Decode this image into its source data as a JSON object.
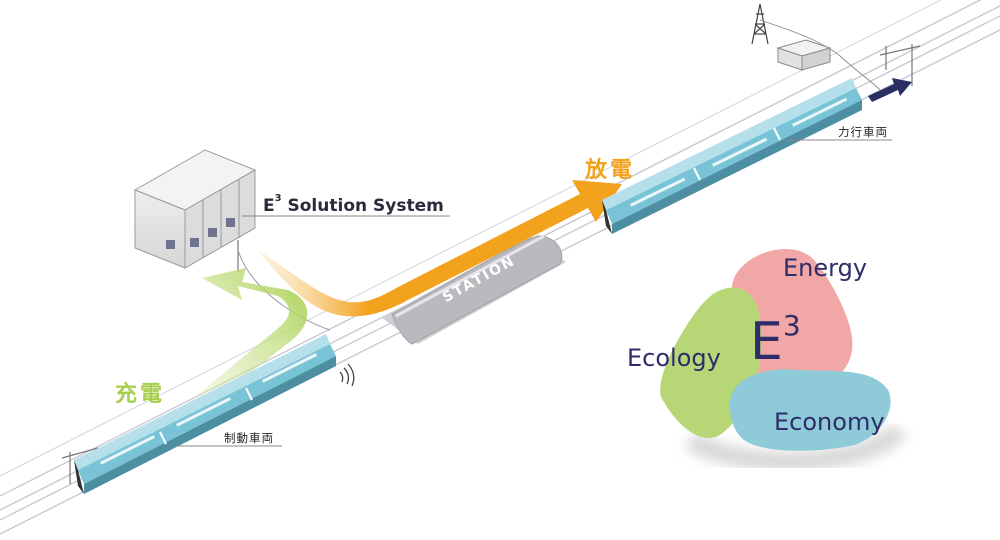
{
  "system_title": {
    "prefix": "E",
    "superscript": "3",
    "rest": " Solution System"
  },
  "station_label": "STATION",
  "charge_label": "充電",
  "discharge_label": "放電",
  "braking_car_label": "制動車両",
  "powering_car_label": "力行車両",
  "e3": {
    "center_letter": "E",
    "center_superscript": "3",
    "energy": "Energy",
    "ecology": "Ecology",
    "economy": "Economy"
  },
  "colors": {
    "charge_arrow": "#a7cf4f",
    "discharge_arrow": "#f3a21d",
    "train_body": "#7fc9dc",
    "energy": "#f1a7a5",
    "ecology": "#b7d777",
    "economy": "#8ecad8",
    "text_dark": "#2d2d6a",
    "direction_arrow": "#2b2e63"
  }
}
